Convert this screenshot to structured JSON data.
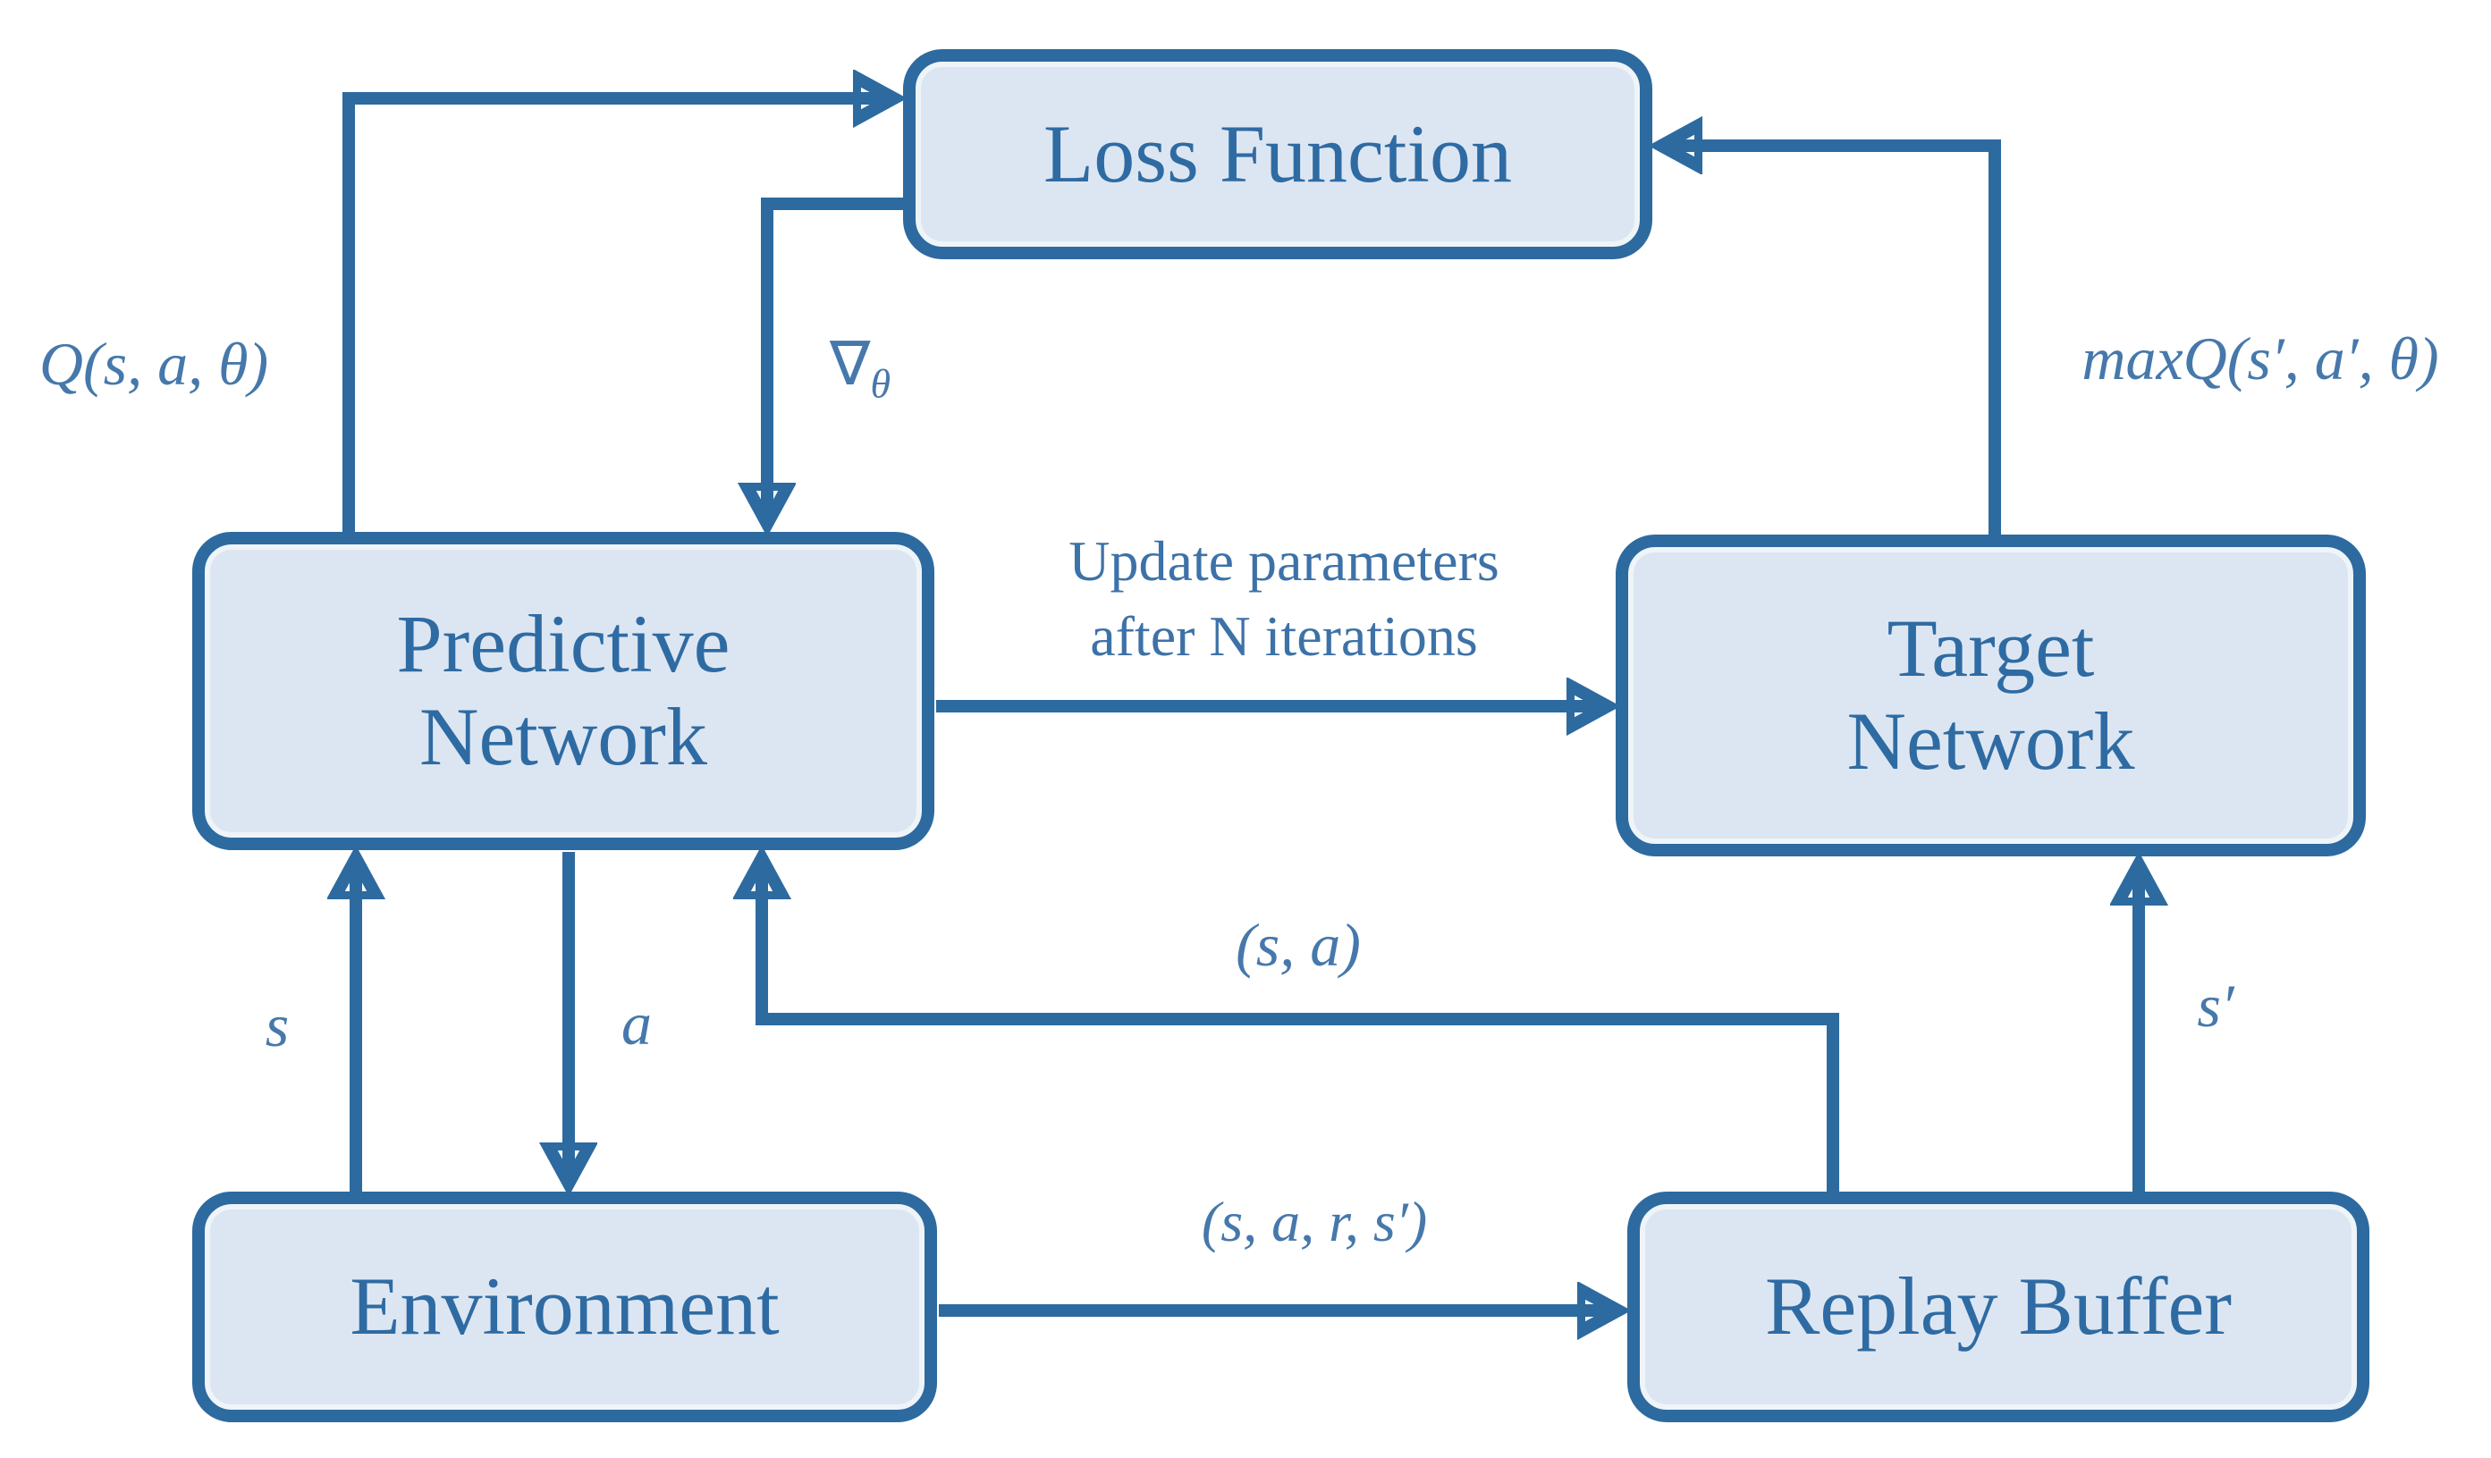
{
  "diagram": {
    "type": "flow-diagram",
    "subject": "Deep Q-Network training architecture",
    "colors": {
      "line": "#2d6a9f",
      "node_fill": "#dce6f2",
      "node_border": "#2d6a9f",
      "node_text": "#2f6ba3",
      "label_text": "#4678ab",
      "background": "#ffffff"
    },
    "nodes": {
      "loss": {
        "label": "Loss Function"
      },
      "predictive": {
        "line1": "Predictive",
        "line2": "Network"
      },
      "target": {
        "line1": "Target",
        "line2": "Network"
      },
      "environment": {
        "label": "Environment"
      },
      "replay": {
        "label": "Replay Buffer"
      }
    },
    "edges": {
      "q_value": "Q(s, a, θ)",
      "gradient_symbol": "∇",
      "gradient_subscript": "θ",
      "max_q": "maxQ(s′, a′, θ)",
      "update_line1": "Update parameters",
      "update_line2": "after N iterations",
      "state": "s",
      "action": "a",
      "state_action": "(s, a)",
      "transition": "(s, a, r, s′)",
      "next_state": "s′"
    }
  }
}
